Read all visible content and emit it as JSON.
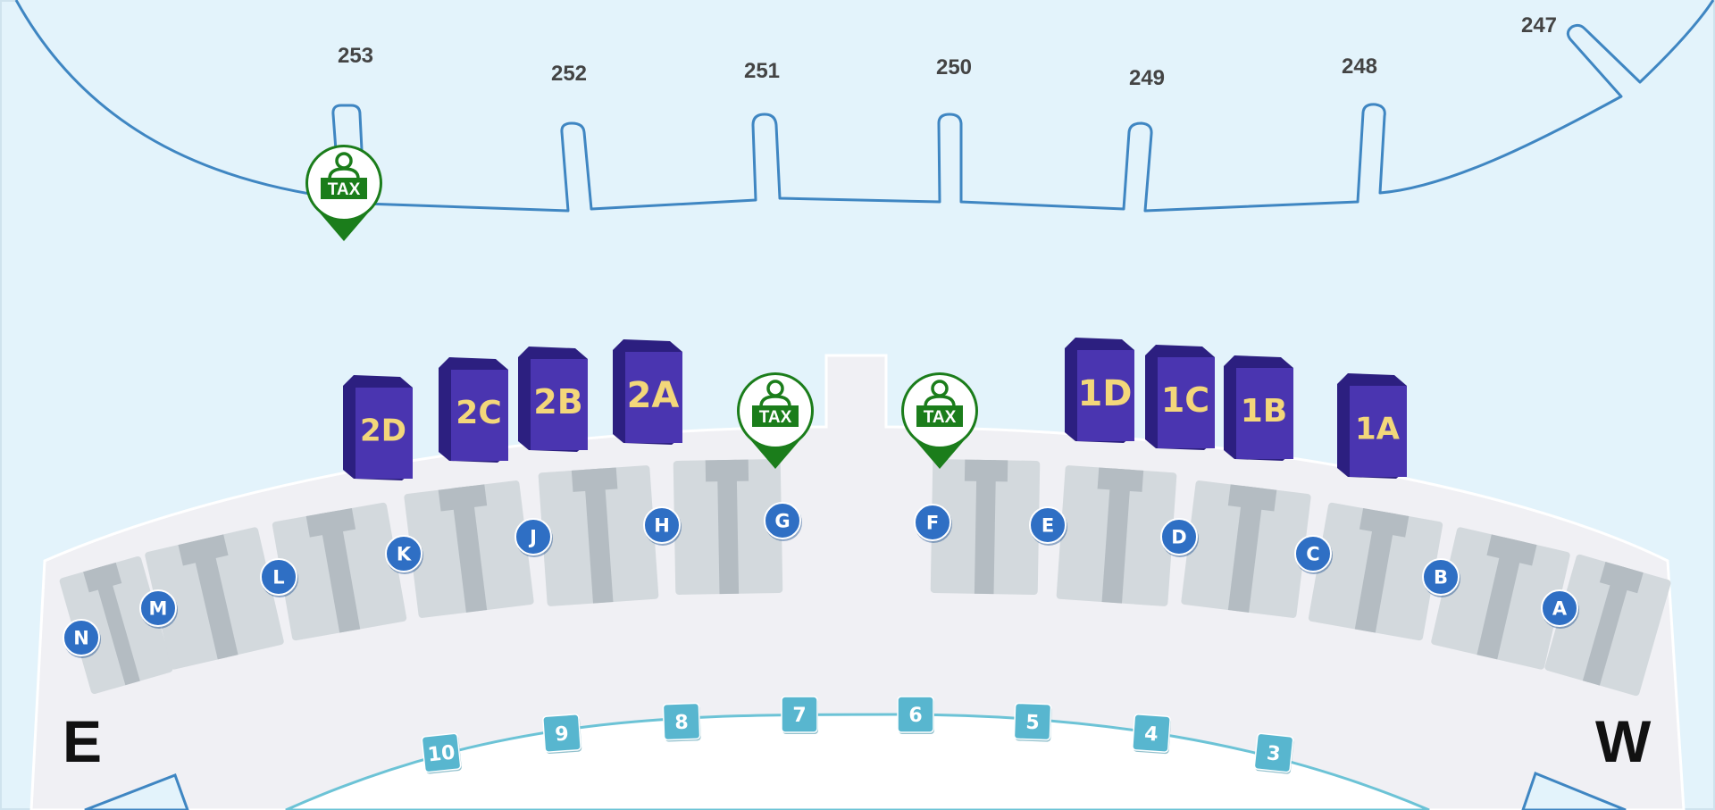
{
  "map": {
    "compass": {
      "east": "E",
      "west": "W"
    },
    "colors": {
      "background": "#e3f3fb",
      "gate_line": "#3f86c2",
      "hall_fill": "#f0f0f4",
      "counter_box": "#3d2a9c",
      "counter_text": "#f3d77a",
      "circle_marker": "#2f6fc4",
      "square_marker": "#58b6cf",
      "tax_marker": "#1b7d1b"
    },
    "gates": [
      {
        "label": "253"
      },
      {
        "label": "252"
      },
      {
        "label": "251"
      },
      {
        "label": "250"
      },
      {
        "label": "249"
      },
      {
        "label": "248"
      },
      {
        "label": "247"
      }
    ],
    "counters": [
      {
        "label": "2D"
      },
      {
        "label": "2C"
      },
      {
        "label": "2B"
      },
      {
        "label": "2A"
      },
      {
        "label": "1D"
      },
      {
        "label": "1C"
      },
      {
        "label": "1B"
      },
      {
        "label": "1A"
      }
    ],
    "circle_markers": [
      {
        "label": "N"
      },
      {
        "label": "M"
      },
      {
        "label": "L"
      },
      {
        "label": "K"
      },
      {
        "label": "J"
      },
      {
        "label": "H"
      },
      {
        "label": "G"
      },
      {
        "label": "F"
      },
      {
        "label": "E"
      },
      {
        "label": "D"
      },
      {
        "label": "C"
      },
      {
        "label": "B"
      },
      {
        "label": "A"
      }
    ],
    "square_markers": [
      {
        "label": "10"
      },
      {
        "label": "9"
      },
      {
        "label": "8"
      },
      {
        "label": "7"
      },
      {
        "label": "6"
      },
      {
        "label": "5"
      },
      {
        "label": "4"
      },
      {
        "label": "3"
      }
    ],
    "tax_markers": [
      {
        "label": "TAX",
        "icon": "tax-refund-icon"
      },
      {
        "label": "TAX",
        "icon": "tax-refund-icon"
      },
      {
        "label": "TAX",
        "icon": "tax-refund-icon"
      }
    ]
  }
}
